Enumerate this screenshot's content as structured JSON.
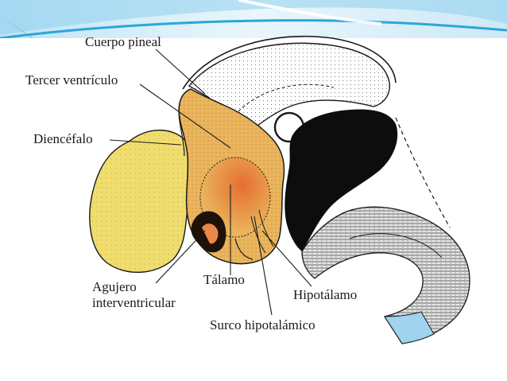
{
  "labels": {
    "pineal": "Cuerpo pineal",
    "third_ventricle": "Tercer ventrículo",
    "diencephalon": "Diencéfalo",
    "foramen_line1": "Agujero",
    "foramen_line2": "interventricular",
    "thalamus": "Tálamo",
    "hypothalamus": "Hipotálamo",
    "sulcus": "Surco hipotalámico"
  },
  "colors": {
    "header_blue": "#2ca6d8",
    "header_light": "#d6eef8",
    "yellow_hemisphere": "#f1dd6e",
    "diencephalon_orange": "#eab55c",
    "thalamus_orange": "#e8894a",
    "black_region": "#0d0d0d",
    "stripe_gray": "#8f8f8f",
    "blue_patch": "#9fd3ee"
  }
}
